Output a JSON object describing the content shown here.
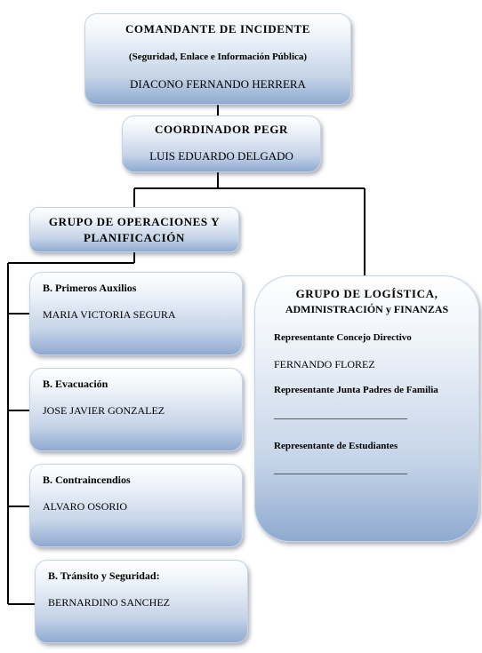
{
  "commander": {
    "title": "COMANDANTE DE INCIDENTE",
    "subtitle": "(Seguridad, Enlace e Información Pública)",
    "name": "DIACONO FERNANDO HERRERA"
  },
  "coordinator": {
    "title": "COORDINADOR PEGR",
    "name": "LUIS EDUARDO DELGADO"
  },
  "operations": {
    "title_line1": "GRUPO DE OPERACIONES Y",
    "title_line2": "PLANIFICACIÓN"
  },
  "brigades": [
    {
      "title": "B. Primeros Auxilios",
      "name": "MARIA VICTORIA SEGURA"
    },
    {
      "title": "B. Evacuación",
      "name": "JOSE JAVIER GONZALEZ"
    },
    {
      "title": "B. Contraincendios",
      "name": "ALVARO OSORIO"
    },
    {
      "title": "B. Tránsito y Seguridad:",
      "name": "BERNARDINO SANCHEZ"
    }
  ],
  "logistics": {
    "title_line1": "GRUPO DE LOGÍSTICA,",
    "title_line2": "ADMINISTRACIÓN y FINANZAS",
    "rep1_label": "Representante Concejo Directivo",
    "rep1_name": "FERNANDO FLOREZ",
    "rep2_label": "Representante Junta Padres de Familia",
    "rep2_name": "_________________________",
    "rep3_label": "Representante de Estudiantes",
    "rep3_name": "_________________________"
  }
}
